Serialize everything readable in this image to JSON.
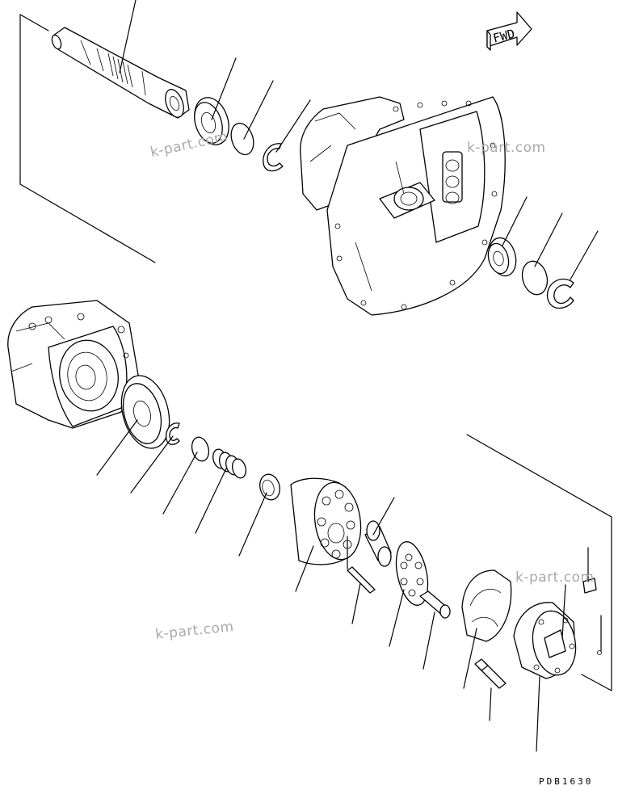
{
  "fwd_label": "FWD",
  "watermark": "k-part.com",
  "drawing_code": "PDB1630"
}
